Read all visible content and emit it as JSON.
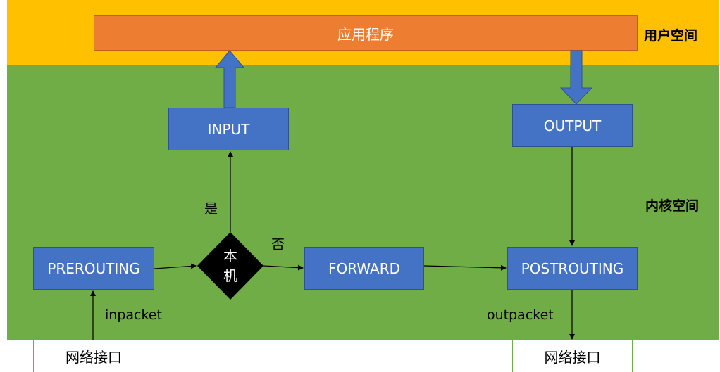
{
  "zones": {
    "user_space": "用户空间",
    "kernel_space": "内核空间"
  },
  "app": {
    "label": "应用程序"
  },
  "chains": {
    "input": "INPUT",
    "output": "OUTPUT",
    "prerouting": "PREROUTING",
    "forward": "FORWARD",
    "postrouting": "POSTROUTING"
  },
  "decision": {
    "line1": "本",
    "line2": "机",
    "yes": "是",
    "no": "否"
  },
  "flow_labels": {
    "inpacket": "inpacket",
    "outpacket": "outpacket"
  },
  "interfaces": {
    "left": "网络接口",
    "right": "网络接口"
  },
  "colors": {
    "user_band": "#ffc000",
    "kernel_band": "#70ad47",
    "app_box": "#ed7d31",
    "chain_box": "#4472c4",
    "decision": "#000000"
  }
}
